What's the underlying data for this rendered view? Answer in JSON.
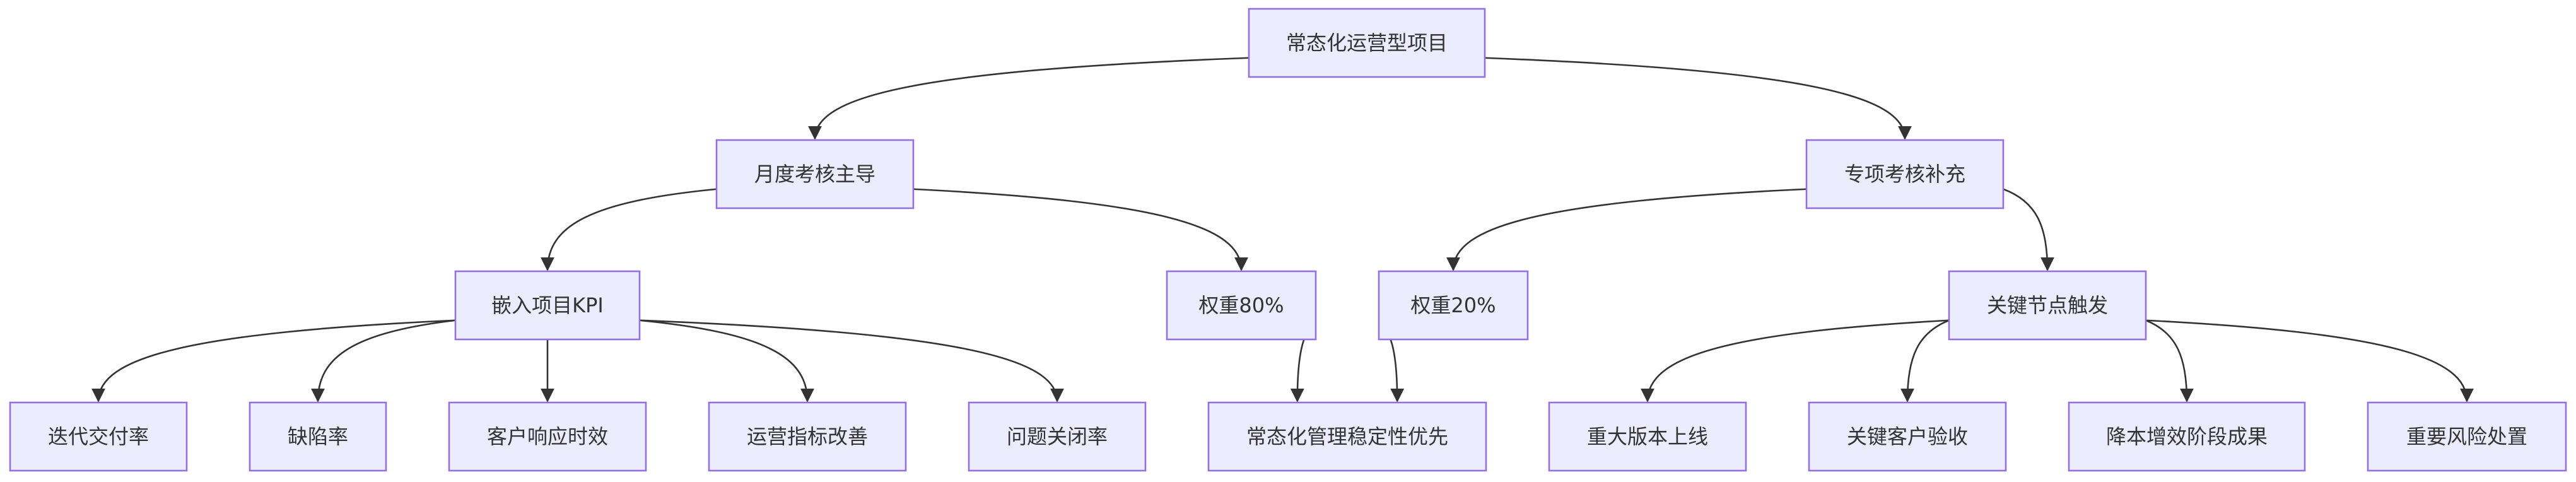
{
  "diagram": {
    "type": "flowchart-tree",
    "colors": {
      "node_fill": "#ECECFF",
      "node_stroke": "#9370DB",
      "text": "#333333",
      "edge": "#333333"
    },
    "nodes": [
      {
        "id": "root",
        "label": "常态化运营型项目"
      },
      {
        "id": "monthly",
        "label": "月度考核主导"
      },
      {
        "id": "special",
        "label": "专项考核补充"
      },
      {
        "id": "kpi",
        "label": "嵌入项目KPI"
      },
      {
        "id": "w80",
        "label": "权重80%"
      },
      {
        "id": "w20",
        "label": "权重20%"
      },
      {
        "id": "trigger",
        "label": "关键节点触发"
      },
      {
        "id": "iter",
        "label": "迭代交付率"
      },
      {
        "id": "defect",
        "label": "缺陷率"
      },
      {
        "id": "resp",
        "label": "客户响应时效"
      },
      {
        "id": "ops",
        "label": "运营指标改善"
      },
      {
        "id": "close",
        "label": "问题关闭率"
      },
      {
        "id": "stable",
        "label": "常态化管理稳定性优先"
      },
      {
        "id": "release",
        "label": "重大版本上线"
      },
      {
        "id": "accept",
        "label": "关键客户验收"
      },
      {
        "id": "cost",
        "label": "降本增效阶段成果"
      },
      {
        "id": "risk",
        "label": "重要风险处置"
      }
    ],
    "edges": [
      {
        "from": "root",
        "to": "monthly"
      },
      {
        "from": "root",
        "to": "special"
      },
      {
        "from": "monthly",
        "to": "kpi"
      },
      {
        "from": "monthly",
        "to": "w80"
      },
      {
        "from": "special",
        "to": "w20"
      },
      {
        "from": "special",
        "to": "trigger"
      },
      {
        "from": "kpi",
        "to": "iter"
      },
      {
        "from": "kpi",
        "to": "defect"
      },
      {
        "from": "kpi",
        "to": "resp"
      },
      {
        "from": "kpi",
        "to": "ops"
      },
      {
        "from": "kpi",
        "to": "close"
      },
      {
        "from": "w80",
        "to": "stable"
      },
      {
        "from": "w20",
        "to": "stable"
      },
      {
        "from": "trigger",
        "to": "release"
      },
      {
        "from": "trigger",
        "to": "accept"
      },
      {
        "from": "trigger",
        "to": "cost"
      },
      {
        "from": "trigger",
        "to": "risk"
      }
    ]
  }
}
